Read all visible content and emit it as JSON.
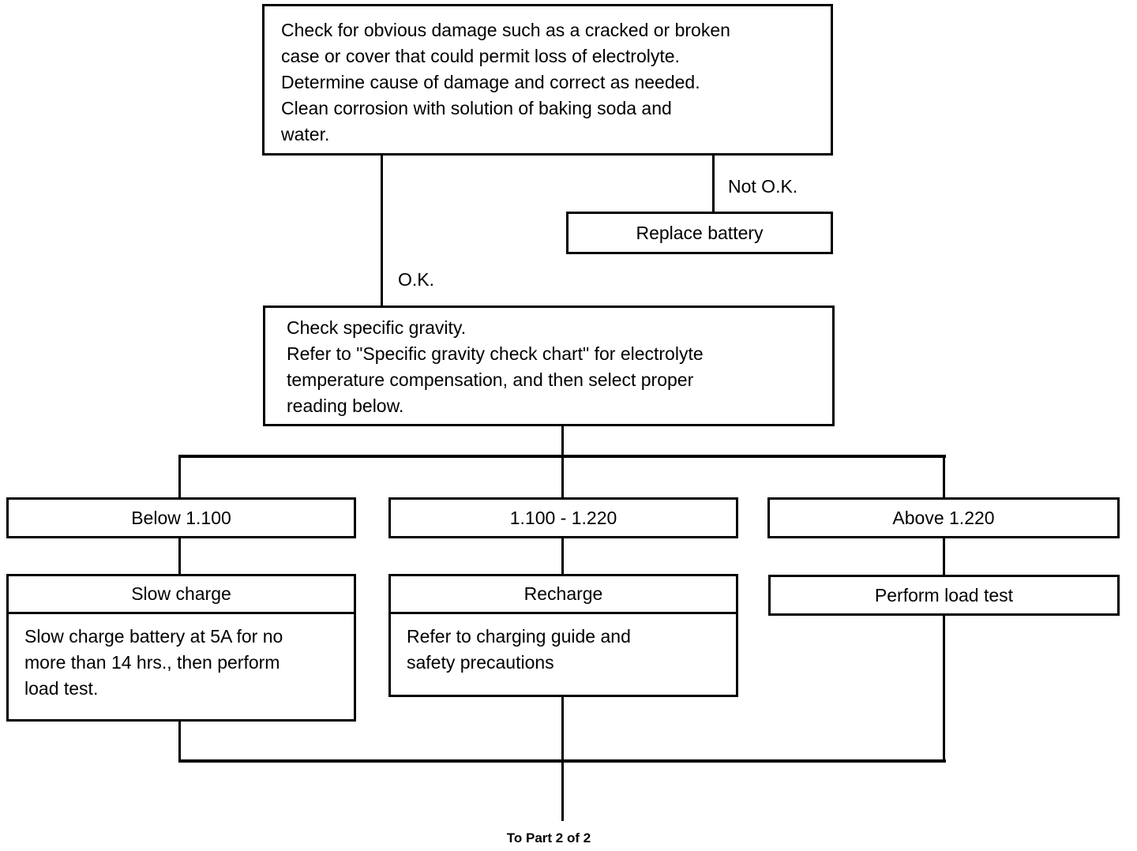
{
  "colors": {
    "ink": "#000000",
    "paper": "#ffffff"
  },
  "flowchart": {
    "damage_check": {
      "text": "Check for obvious damage such as a cracked or broken\ncase or cover that could permit loss of electrolyte.\nDetermine cause of damage and correct as needed.\nClean corrosion with solution of baking soda and\nwater."
    },
    "not_ok": {
      "label": "Not O.K.",
      "action": "Replace battery"
    },
    "ok": {
      "label": "O.K."
    },
    "gravity_check": {
      "text": "Check specific gravity.\nRefer to \"Specific gravity check chart\" for electrolyte\ntemperature compensation, and then select proper\nreading below."
    },
    "branches": [
      {
        "condition": "Below 1.100",
        "action_title": "Slow charge",
        "action_detail": "Slow charge battery at 5A for no\nmore than 14 hrs., then perform\nload test."
      },
      {
        "condition": "1.100 - 1.220",
        "action_title": "Recharge",
        "action_detail": "Refer to charging guide and\nsafety precautions"
      },
      {
        "condition": "Above 1.220",
        "action_title": "Perform load test"
      }
    ],
    "footer": "To Part 2 of 2"
  }
}
